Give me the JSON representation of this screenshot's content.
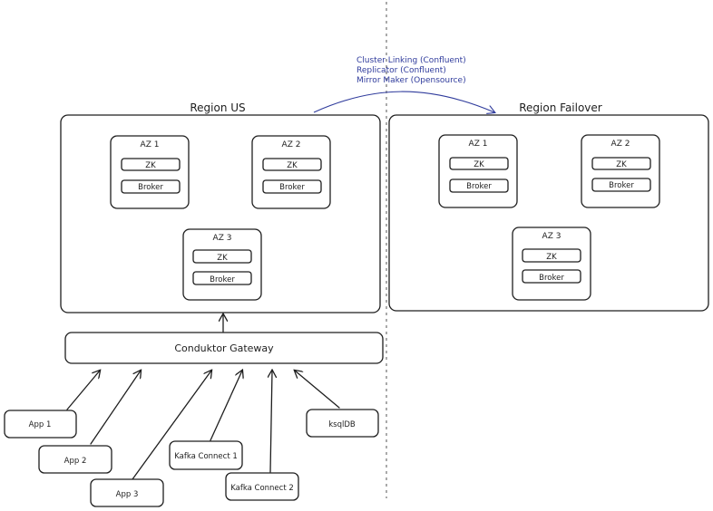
{
  "annotation": {
    "lines": [
      "Cluster Linking (Confluent)",
      "Replicator (Confluent)",
      "Mirror Maker (Opensource)"
    ],
    "color": "#2f3b9c"
  },
  "region_us": {
    "title": "Region US",
    "azs": [
      {
        "name": "AZ 1",
        "zk": "ZK",
        "broker": "Broker"
      },
      {
        "name": "AZ 2",
        "zk": "ZK",
        "broker": "Broker"
      },
      {
        "name": "AZ 3",
        "zk": "ZK",
        "broker": "Broker"
      }
    ]
  },
  "region_failover": {
    "title": "Region Failover",
    "azs": [
      {
        "name": "AZ 1",
        "zk": "ZK",
        "broker": "Broker"
      },
      {
        "name": "AZ 2",
        "zk": "ZK",
        "broker": "Broker"
      },
      {
        "name": "AZ 3",
        "zk": "ZK",
        "broker": "Broker"
      }
    ]
  },
  "gateway": {
    "label": "Conduktor Gateway"
  },
  "clients": [
    {
      "label": "App 1"
    },
    {
      "label": "App 2"
    },
    {
      "label": "App 3"
    },
    {
      "label": "Kafka Connect 1"
    },
    {
      "label": "Kafka Connect 2"
    },
    {
      "label": "ksqlDB"
    }
  ]
}
